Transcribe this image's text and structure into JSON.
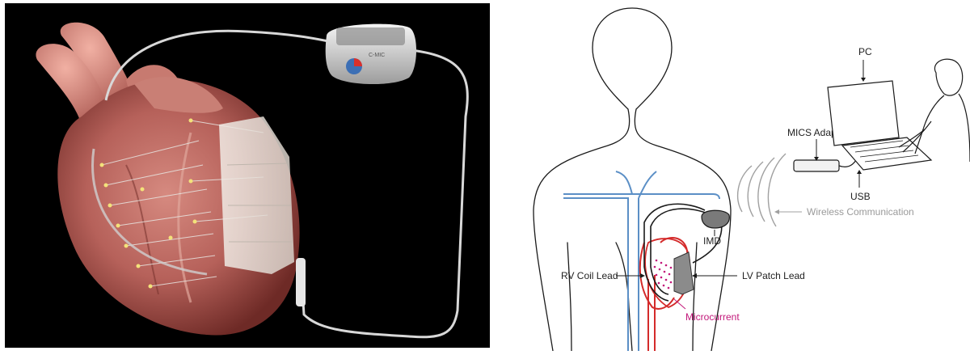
{
  "left_image": {
    "device_label": "C-MIC",
    "colors": {
      "background": "#000000",
      "heart": "#b6615a",
      "lead": "#cfcfcf",
      "patch": "#e9e3dc"
    }
  },
  "diagram": {
    "labels": {
      "pc": "PC",
      "mics_adapter": "MICS Adapter",
      "usb": "USB",
      "wireless": "Wireless Communication",
      "imd": "IMD",
      "rv_coil_lead": "RV Coil Lead",
      "lv_patch_lead": "LV Patch Lead",
      "microcurrent": "Microcurrent"
    },
    "colors": {
      "vessel_blue": "#5b8fc6",
      "vessel_red": "#d42a2a",
      "microcurrent": "#c2187a",
      "outline": "#1a1a1a",
      "gray": "#9a9a9a"
    }
  }
}
